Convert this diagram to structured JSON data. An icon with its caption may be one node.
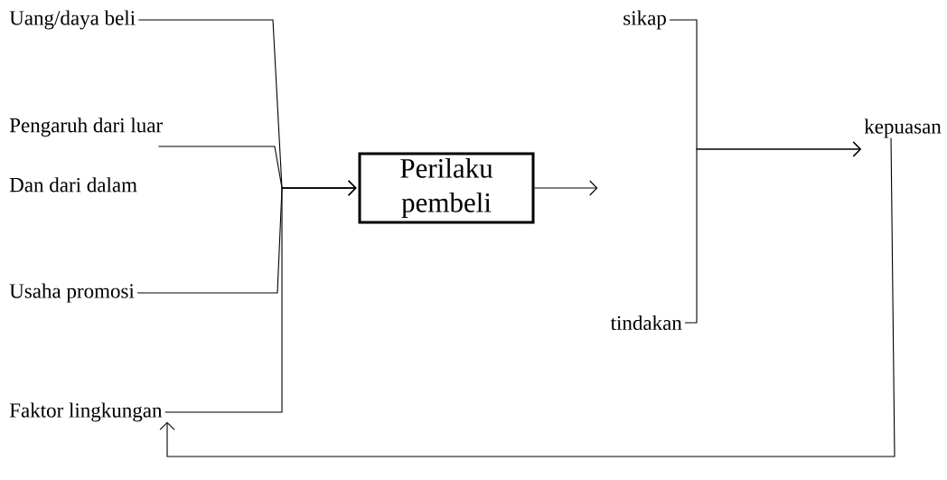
{
  "diagram": {
    "nodes": [
      {
        "text": [
          "Uang/daya beli"
        ]
      },
      {
        "text": [
          "Pengaruh dari luar Dan dari dalam"
        ]
      },
      {
        "text": [
          "Usaha promosi"
        ]
      },
      {
        "text": [
          "Faktor lingkungan"
        ]
      },
      {
        "text": [
          "Perilaku pembeli"
        ]
      },
      {
        "text": [
          "sikap"
        ]
      },
      {
        "text": [
          "tindakan"
        ]
      },
      {
        "text": [
          "kepuasan"
        ]
      }
    ],
    "edges": [
      {
        "from": 0,
        "to": 4,
        "arrow": "to"
      },
      {
        "from": 1,
        "to": 4,
        "arrow": "to"
      },
      {
        "from": 2,
        "to": 4,
        "arrow": "to"
      },
      {
        "from": 3,
        "to": 4,
        "arrow": "to"
      },
      {
        "from": 4,
        "to": null,
        "arrow": "to"
      },
      {
        "from": 5,
        "to": 7,
        "arrow": "to"
      },
      {
        "from": 6,
        "to": 7,
        "arrow": "to"
      },
      {
        "from": 7,
        "to": 3,
        "arrow": "to"
      }
    ]
  }
}
